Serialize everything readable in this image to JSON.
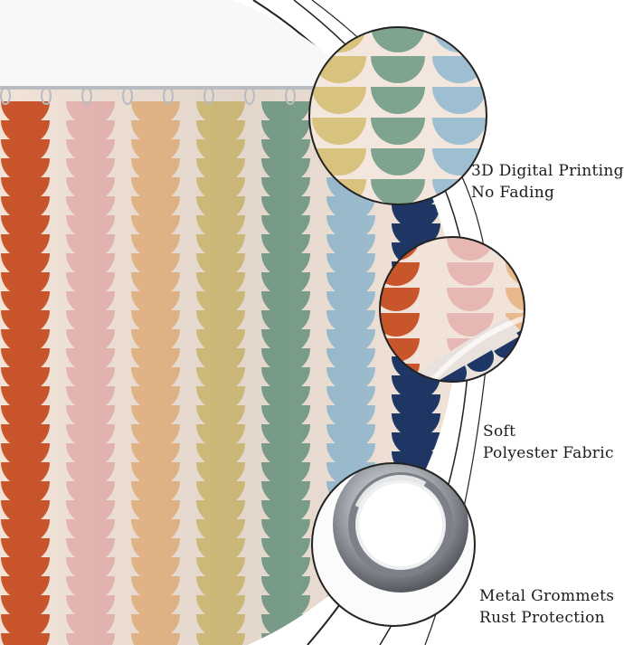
{
  "image": {
    "subject": "shower curtain product photo",
    "colors": {
      "background": "#ffffff",
      "curtain_base": "#f1e3d8",
      "rust": "#c9552b",
      "pink": "#e7b7b3",
      "peach": "#e8b98a",
      "mustard": "#d7c27e",
      "sage": "#7ea38e",
      "sky": "#9ebfd2",
      "navy": "#1f3766",
      "ring_metal": "#b8bcc2"
    },
    "stripe_colors": [
      "rust",
      "pink",
      "peach",
      "mustard",
      "sage",
      "sky"
    ]
  },
  "features": [
    {
      "id": "print",
      "lines": [
        "3D Digital Printing",
        "No Fading"
      ]
    },
    {
      "id": "fabric",
      "lines": [
        "Soft",
        "Polyester Fabric"
      ]
    },
    {
      "id": "grommet",
      "lines": [
        "Metal Grommets",
        "Rust Protection"
      ]
    }
  ]
}
